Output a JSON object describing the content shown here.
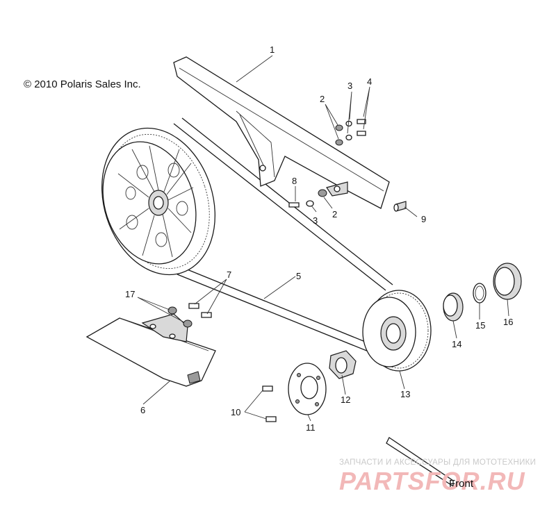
{
  "copyright": "© 2010 Polaris Sales Inc.",
  "front_label": "Front",
  "watermark": {
    "subtitle": "ЗАПЧАСТИ И АКСЕССУАРЫ ДЛЯ МОТОТЕХНИКИ",
    "brand": "PARTSFOR.RU"
  },
  "callouts": {
    "c1": "1",
    "c2a": "2",
    "c2b": "2",
    "c3a": "3",
    "c3b": "3",
    "c4": "4",
    "c5": "5",
    "c6": "6",
    "c7": "7",
    "c8": "8",
    "c9": "9",
    "c10": "10",
    "c11": "11",
    "c12": "12",
    "c13": "13",
    "c14": "14",
    "c15": "15",
    "c16": "16",
    "c17": "17"
  }
}
